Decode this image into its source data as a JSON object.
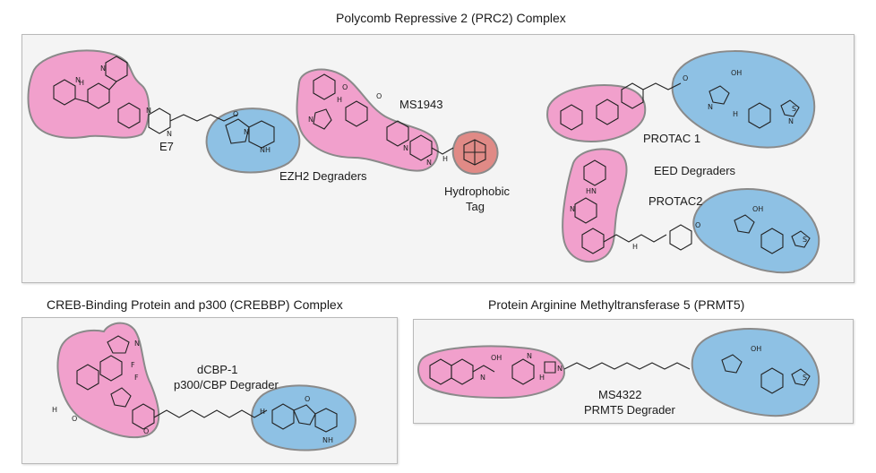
{
  "titles": {
    "prc2": "Polycomb Repressive 2 (PRC2) Complex",
    "crebbp": "CREB-Binding Protein and p300 (CREBBP) Complex",
    "prmt5": "Protein Arginine Methyltransferase 5 (PRMT5)"
  },
  "labels": {
    "e7": "E7",
    "ezh2_degraders": "EZH2 Degraders",
    "ms1943": "MS1943",
    "hydrophobic_tag_line1": "Hydrophobic",
    "hydrophobic_tag_line2": "Tag",
    "protac1": "PROTAC 1",
    "eed_degraders": "EED Degraders",
    "protac2": "PROTAC2",
    "dcbp1_line1": "dCBP-1",
    "dcbp1_line2": "p300/CBP Degrader",
    "ms4322_line1": "MS4322",
    "ms4322_line2": "PRMT5 Degrader"
  },
  "atoms": {
    "N": "N",
    "O": "O",
    "H": "H",
    "F": "F",
    "S": "S",
    "NH": "NH",
    "OH": "OH",
    "HN": "HN"
  },
  "colors": {
    "pink_region": "#f1a0cc",
    "blue_region": "#8ec1e4",
    "red_region": "#e08a86",
    "panel_background": "#f4f4f4",
    "panel_border": "#b9b9b9"
  }
}
